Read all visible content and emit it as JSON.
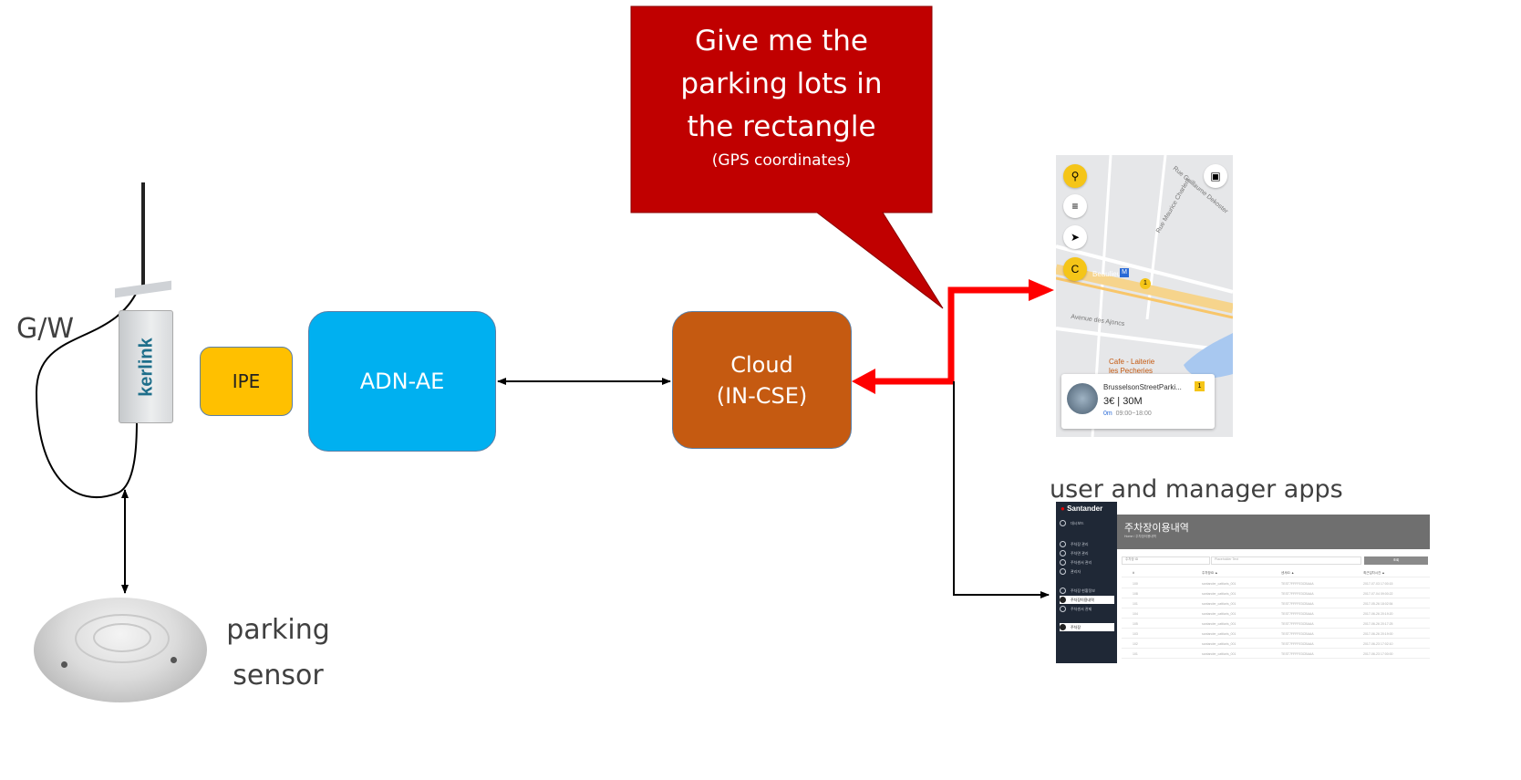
{
  "gateway": {
    "label": "G/W",
    "brand": "kerlink"
  },
  "ipe": {
    "label": "IPE",
    "color": "#ffc000"
  },
  "adn_ae": {
    "label": "ADN-AE",
    "color": "#00b0f0"
  },
  "cloud": {
    "line1": "Cloud",
    "line2": "(IN-CSE)",
    "color": "#c55a11"
  },
  "callout": {
    "lines": [
      "Give me the",
      "parking lots in",
      "the rectangle"
    ],
    "sub": "(GPS coordinates)",
    "color": "#c00000"
  },
  "sensor": {
    "line1": "parking",
    "line2": "sensor"
  },
  "apps": {
    "label": "user and manager apps"
  },
  "map_app": {
    "streets": [
      "Rue Maurice Charlent",
      "Rue Guillaume Dekoster",
      "Avenue des Ajoncs",
      "Beaulieu",
      "Cafe - Laiterie",
      "les Pecheries"
    ],
    "card": {
      "name": "BrusselsonStreetParki...",
      "price": "3€",
      "duration": "30M",
      "distance": "0m",
      "hours": "09:00~18:00",
      "badge": "1"
    },
    "marker_badge": "1"
  },
  "dashboard": {
    "brand": "Santander",
    "title": "주차장이용내역",
    "breadcrumb": "Home / 주차장이용내역",
    "filter_select": "주차장 ID",
    "filter_placeholder": "Placeholder Text",
    "search_button": "조회",
    "sidebar": [
      "대시보드",
      "주차장 관리",
      "주차면 관리",
      "주차센서 관리",
      "관리자",
      "주차장 현황정보",
      "주차장이용내역",
      "주차센서 관제",
      "주차장"
    ],
    "columns": [
      "#",
      "주차장ID ▲",
      "센서ID ▲",
      "최근입차시간 ▲"
    ],
    "rows": [
      [
        "100",
        "santander_cattiaris_001",
        "TEST7FFFFE3CBAAA",
        "2017-07-03 17:00:15"
      ],
      [
        "108",
        "santander_cattiaris_001",
        "TEST7FFFFE3CBAAA",
        "2017-07-04 09:00:22"
      ],
      [
        "101",
        "santander_cattiaris_001",
        "TEST7FFFFE3CBAAA",
        "2017-05-26 18:02:54"
      ],
      [
        "104",
        "santander_cattiaris_001",
        "TEST7FFFFE3CBAAA",
        "2017-06-26 20:19:20"
      ],
      [
        "105",
        "santander_cattiaris_001",
        "TEST7FFFFE3CBAAA",
        "2017-06-26 20:17:25"
      ],
      [
        "103",
        "santander_cattiaris_001",
        "TEST7FFFFE3CBAAA",
        "2017-06-26 20:19:00"
      ],
      [
        "102",
        "santander_cattiaris_001",
        "TEST7FFFFE3CBAAA",
        "2017-06-23 17:02:10"
      ],
      [
        "101",
        "santander_cattiaris_001",
        "TEST7FFFFE3CBAAA",
        "2017-06-23 17:00:00"
      ]
    ]
  }
}
